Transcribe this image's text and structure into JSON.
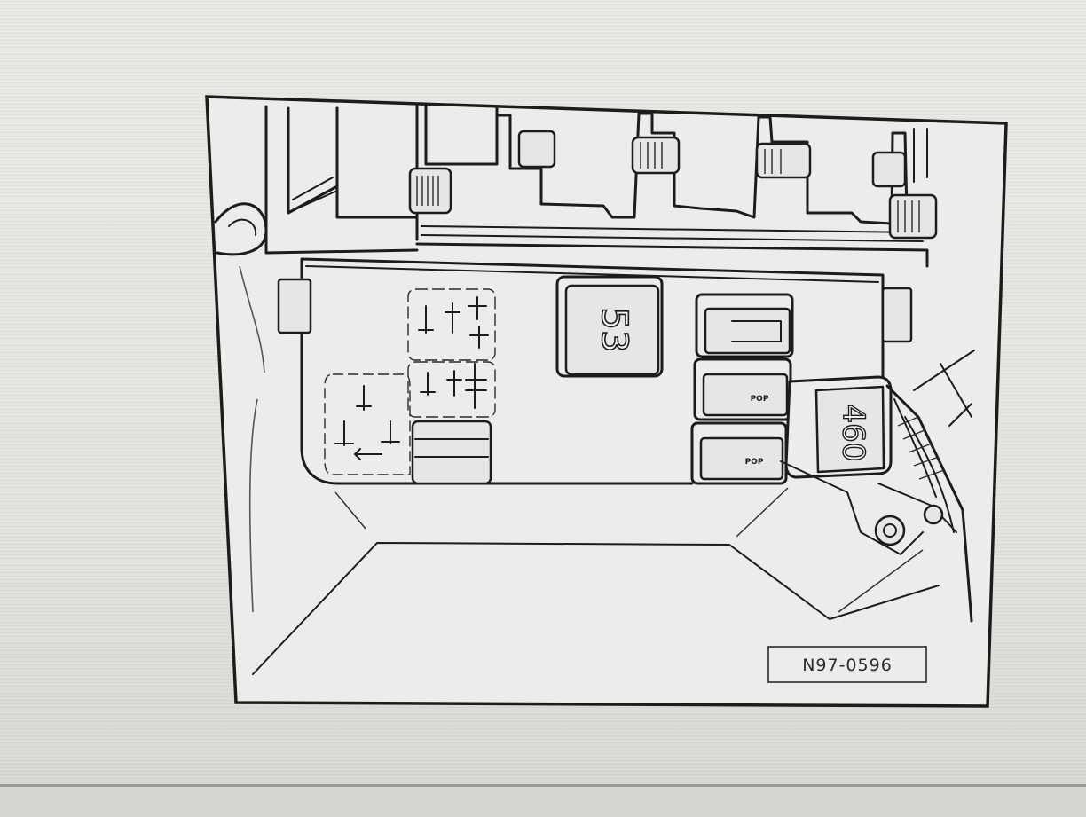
{
  "diagram": {
    "reference_code": "N97-0596",
    "relay_labels": {
      "center": "53",
      "right": "460"
    },
    "fuse_labels": {
      "upper": "POP",
      "lower": "POP"
    },
    "colors": {
      "line": "#1c1c1c",
      "paper": "#ececea",
      "screen": "#e2e2de"
    }
  }
}
